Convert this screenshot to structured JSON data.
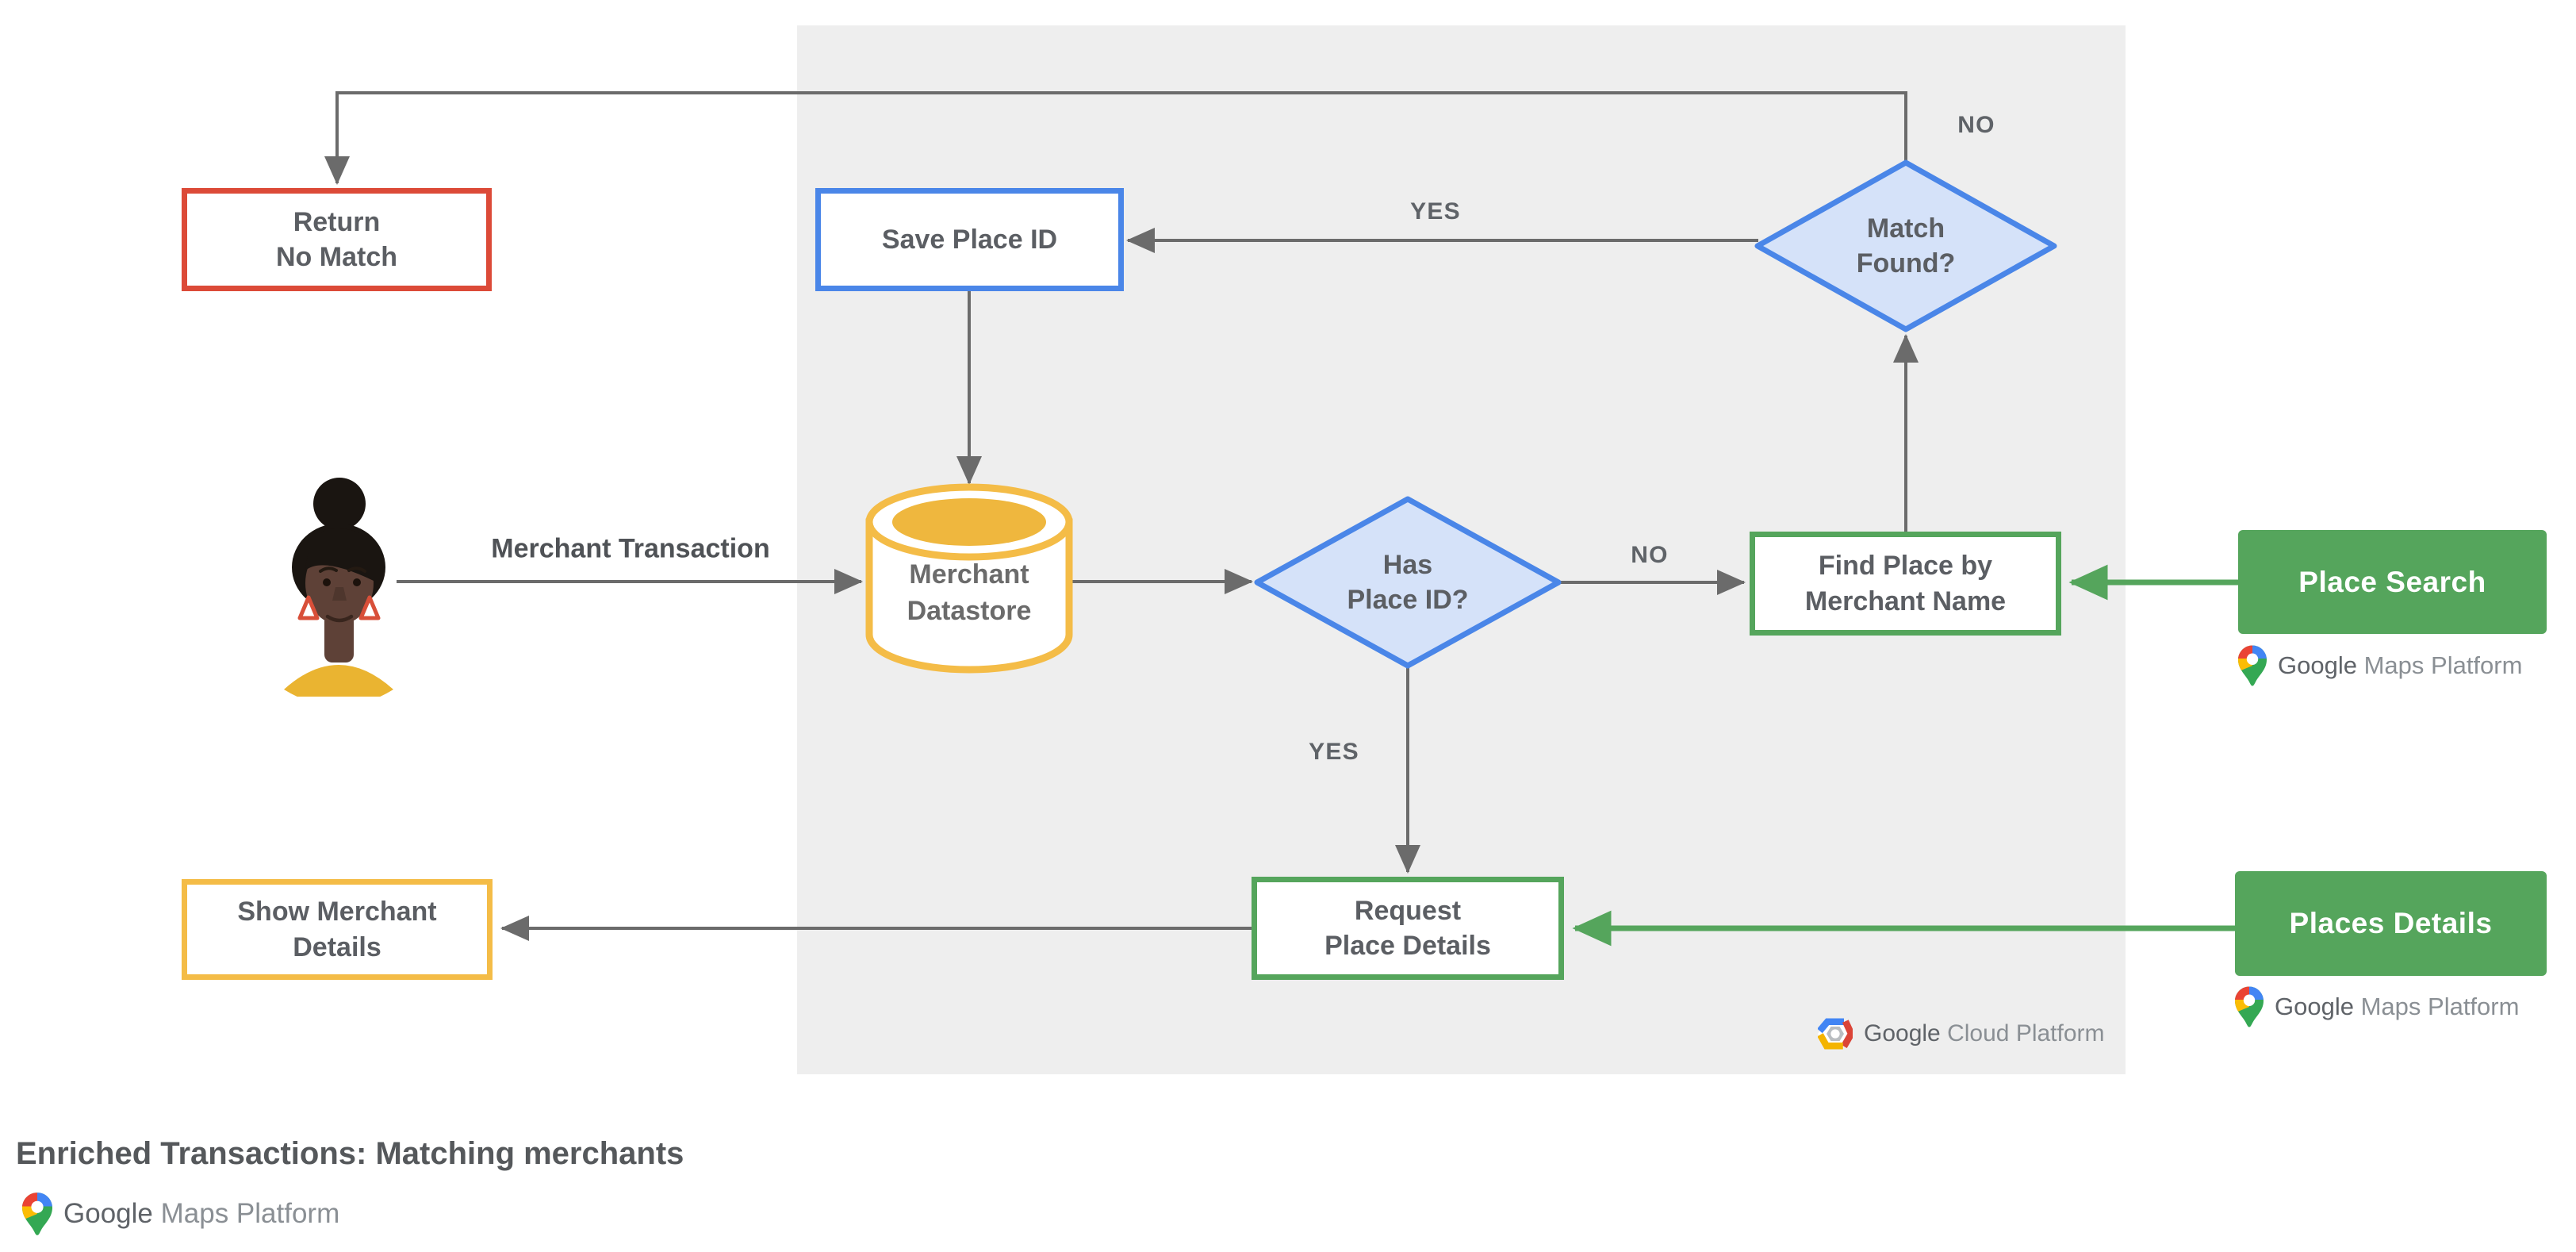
{
  "title": "Enriched Transactions: Matching merchants",
  "nodes": {
    "return_no_match": {
      "label": "Return\nNo Match"
    },
    "save_place_id": {
      "label": "Save Place ID"
    },
    "match_found": {
      "label": "Match\nFound?"
    },
    "merchant_datastore": {
      "label": "Merchant\nDatastore"
    },
    "has_place_id": {
      "label": "Has\nPlace ID?"
    },
    "find_place": {
      "label": "Find Place by\nMerchant Name"
    },
    "request_place_details": {
      "label": "Request\nPlace Details"
    },
    "show_merchant_details": {
      "label": "Show Merchant\nDetails"
    },
    "place_search": {
      "label": "Place Search"
    },
    "places_details": {
      "label": "Places Details"
    }
  },
  "edge_labels": {
    "merchant_transaction": "Merchant Transaction",
    "match_found_yes": "YES",
    "match_found_no": "NO",
    "has_place_id_yes": "YES",
    "has_place_id_no": "NO"
  },
  "brand": {
    "google": "Google",
    "maps_platform": "Maps Platform",
    "cloud_platform": "Cloud Platform"
  },
  "colors": {
    "red": "#DC4A38",
    "blue": "#4A86E8",
    "blue_fill": "#D5E2F9",
    "green": "#55A55C",
    "yellow": "#F4BC47",
    "yellow_fill": "#EFB73E",
    "line_gray": "#6B6B6B",
    "panel_gray": "#EEEEEE",
    "text_gray": "#5B5E63"
  }
}
